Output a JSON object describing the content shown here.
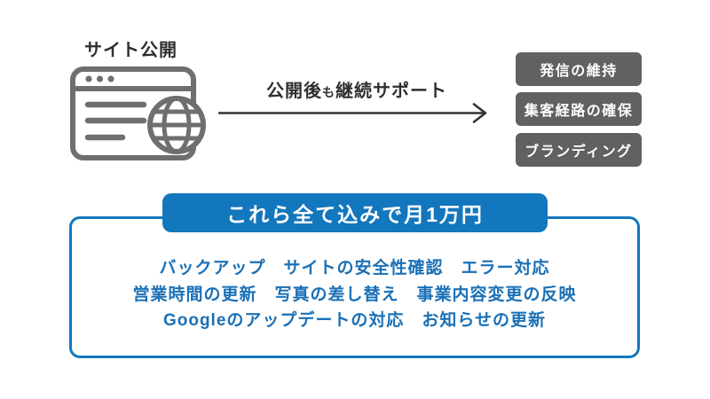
{
  "colors": {
    "accent_blue": "#1377bd",
    "service_text_blue": "#1a70b6",
    "benefit_box_gray": "#616161",
    "icon_gray": "#6f6f6f",
    "text_dark": "#2e2e2e",
    "background": "#ffffff"
  },
  "site_launch": {
    "label": "サイト公開",
    "icon": "browser-globe-icon"
  },
  "arrow": {
    "label_before": "公開後",
    "label_particle": "も",
    "label_after": "継続サポート"
  },
  "benefit_boxes": [
    {
      "label": "発信の維持"
    },
    {
      "label": "集客経路の確保"
    },
    {
      "label": "ブランディング"
    }
  ],
  "pricing_box": {
    "header": "これら全て込みで月1万円",
    "service_lines": [
      [
        "バックアップ",
        "サイトの安全性確認",
        "エラー対応"
      ],
      [
        "営業時間の更新",
        "写真の差し替え",
        "事業内容変更の反映"
      ],
      [
        "Googleのアップデートの対応",
        "お知らせの更新"
      ]
    ]
  }
}
